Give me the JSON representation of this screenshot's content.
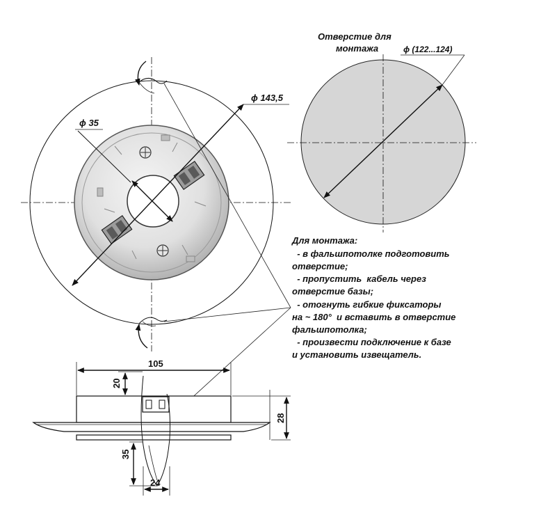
{
  "top_view": {
    "outer_diameter_label": "ϕ 143,5",
    "hole_diameter_label": "ϕ 35"
  },
  "mounting_hole": {
    "title_line1": "Отверстие для",
    "title_line2": "монтажа",
    "diameter_label": "ϕ (122...124)"
  },
  "instructions": {
    "heading": "Для монтажа:",
    "lines": [
      "  - в фальшпотолке подготовить",
      "отверстие;",
      "  - пропустить  кабель через",
      "отверстие базы;",
      "  - отогнуть гибкие фиксаторы",
      "на ~ 180°  и вставить в отверстие",
      "фальшпотолка;",
      "  - произвести подключение к базе",
      "и установить извещатель."
    ]
  },
  "side_view": {
    "width_label": "105",
    "depth_label": "20",
    "height_label": "28",
    "clip_length_label": "35",
    "clip_width_label": "24"
  },
  "colors": {
    "hole_fill": "#d6d6d6",
    "base_fill": "#c9c9c9",
    "line": "#111111"
  }
}
